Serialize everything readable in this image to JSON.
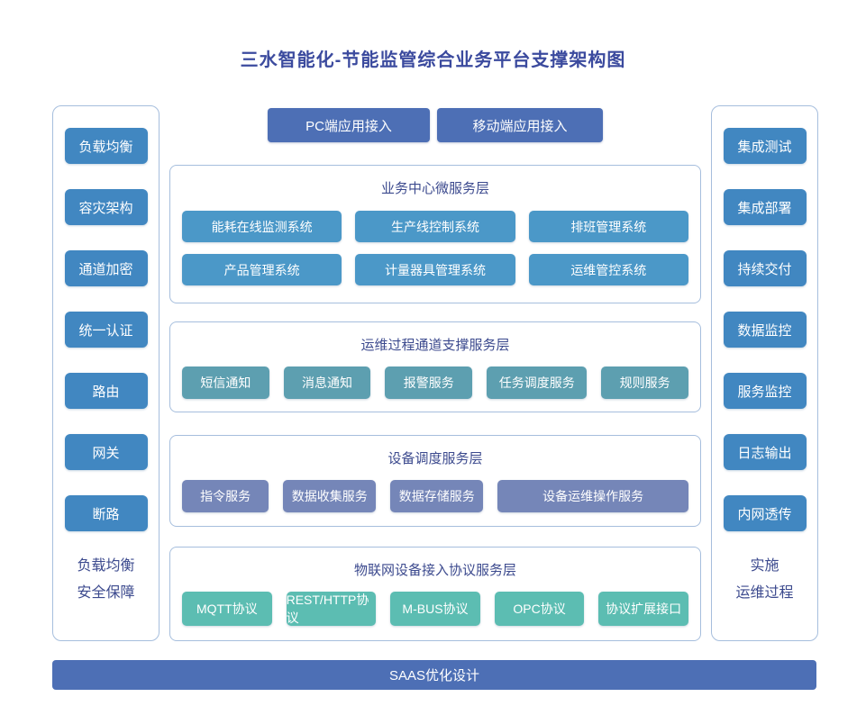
{
  "title": "三水智能化-节能监管综合业务平台支撑架构图",
  "top_buttons": [
    "PC端应用接入",
    "移动端应用接入"
  ],
  "left_panel": {
    "items": [
      "负载均衡",
      "容灾架构",
      "通道加密",
      "统一认证",
      "路由",
      "网关",
      "断路"
    ],
    "caption_lines": [
      "负载均衡",
      "安全保障"
    ]
  },
  "right_panel": {
    "items": [
      "集成测试",
      "集成部署",
      "持续交付",
      "数据监控",
      "服务监控",
      "日志输出",
      "内网透传"
    ],
    "caption_lines": [
      "实施",
      "运维过程"
    ]
  },
  "sections": [
    {
      "title": "业务中心微服务层",
      "items": [
        "能耗在线监测系统",
        "生产线控制系统",
        "排班管理系统",
        "产品管理系统",
        "计量器具管理系统",
        "运维管控系统"
      ]
    },
    {
      "title": "运维过程通道支撑服务层",
      "items": [
        "短信通知",
        "消息通知",
        "报警服务",
        "任务调度服务",
        "规则服务"
      ]
    },
    {
      "title": "设备调度服务层",
      "items": [
        "指令服务",
        "数据收集服务",
        "数据存储服务",
        "设备运维操作服务"
      ]
    },
    {
      "title": "物联网设备接入协议服务层",
      "items": [
        "MQTT协议",
        "REST/HTTP协议",
        "M-BUS协议",
        "OPC协议",
        "协议扩展接口"
      ]
    }
  ],
  "bottom_bar": "SAAS优化设计",
  "colors": {
    "title_text": "#3b4a9e",
    "section_title_text": "#3c4a8e",
    "panel_border": "#a6bedd",
    "side_button": "#4187c1",
    "app_button": "#4d6fb5",
    "business_button": "#4b98c8",
    "channel_button": "#5d9fb0",
    "device_button": "#7586b8",
    "protocol_button": "#5cbdb2",
    "bottom_bar": "#4d6fb5"
  }
}
